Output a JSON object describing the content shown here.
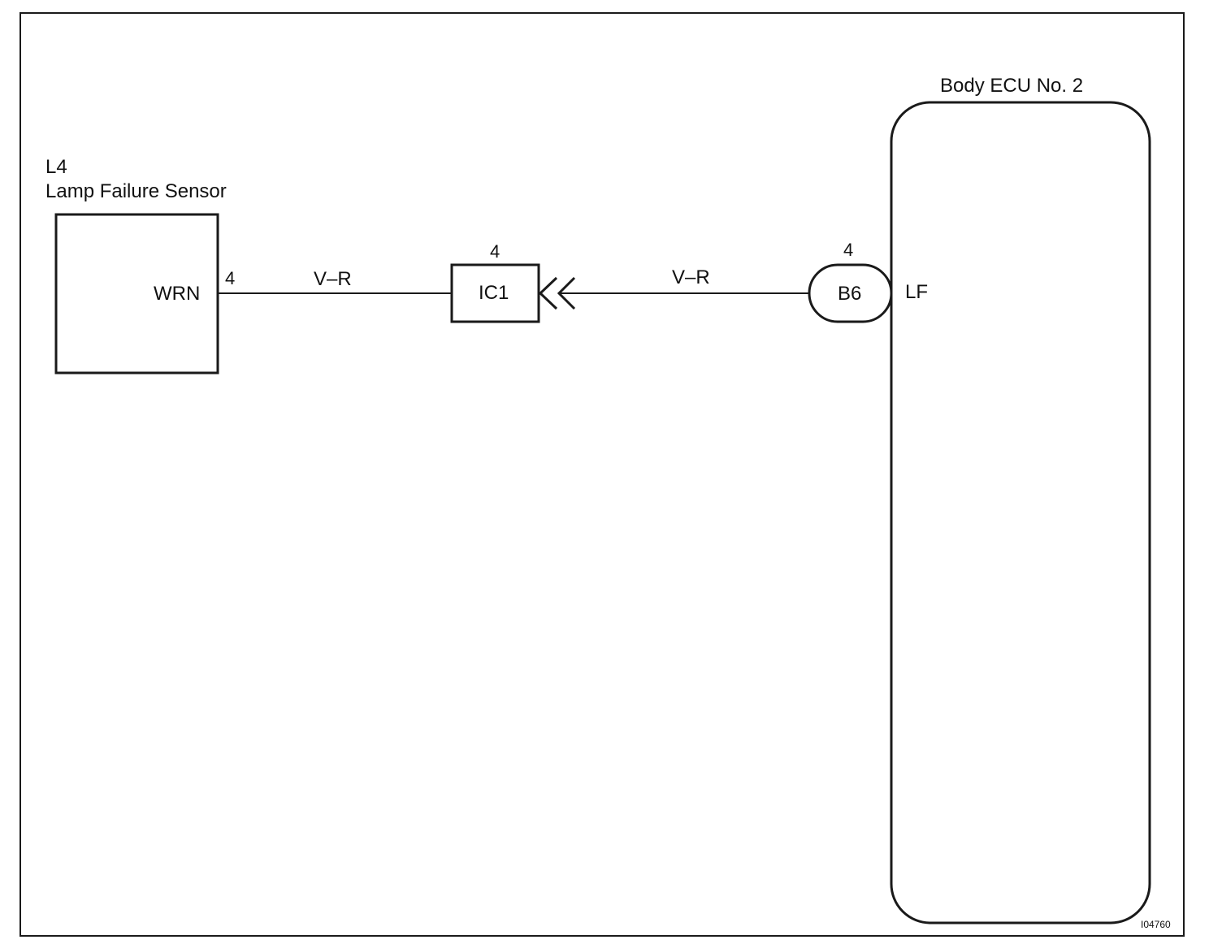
{
  "diagram": {
    "figure_id": "I04760",
    "lamp_failure_sensor": {
      "code": "L4",
      "name": "Lamp Failure Sensor",
      "terminal_label": "WRN",
      "pin": "4"
    },
    "junction_connector": {
      "code": "IC1",
      "pin": "4"
    },
    "body_ecu": {
      "name": "Body ECU No. 2",
      "connector": "B6",
      "pin": "4",
      "terminal_label": "LF"
    },
    "wires": {
      "left": "V–R",
      "right": "V–R"
    }
  }
}
